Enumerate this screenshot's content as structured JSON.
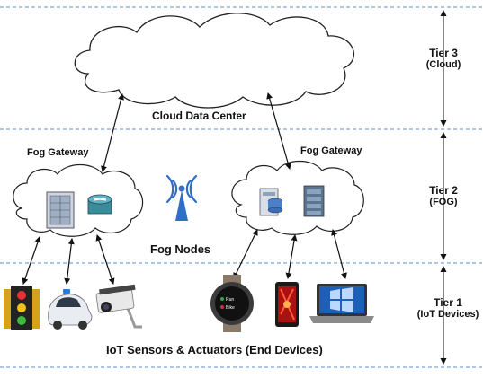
{
  "cloud": {
    "label": "Cloud Data Center"
  },
  "fog": {
    "left_gateway": "Fog Gateway",
    "right_gateway": "Fog Gateway",
    "nodes_label": "Fog Nodes"
  },
  "devices": {
    "label": "IoT Sensors & Actuators (End Devices)"
  },
  "tiers": [
    {
      "name": "Tier 3",
      "desc": "(Cloud)"
    },
    {
      "name": "Tier 2",
      "desc": "(FOG)"
    },
    {
      "name": "Tier 1",
      "desc": "(IoT Devices)"
    }
  ],
  "colors": {
    "divider": "#5b8fd6",
    "arrow": "#111111",
    "outline": "#222222"
  }
}
